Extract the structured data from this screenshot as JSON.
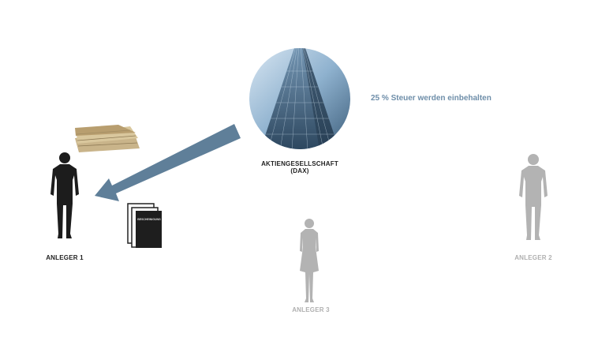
{
  "company": {
    "label_line1": "AKTIENGESELLSCHAFT",
    "label_line2": "(DAX)"
  },
  "tax_note": "25 % Steuer werden einbehalten",
  "investors": [
    {
      "label": "ANLEGER 1"
    },
    {
      "label": "ANLEGER 2"
    },
    {
      "label": "ANLEGER 3"
    }
  ],
  "document": {
    "label": "BESCHEINIGUNG"
  },
  "colors": {
    "arrow": "#5f7f99",
    "tax_text": "#6e8ea9",
    "active_person": "#1c1c1c",
    "inactive_person": "#b3b3b3"
  }
}
